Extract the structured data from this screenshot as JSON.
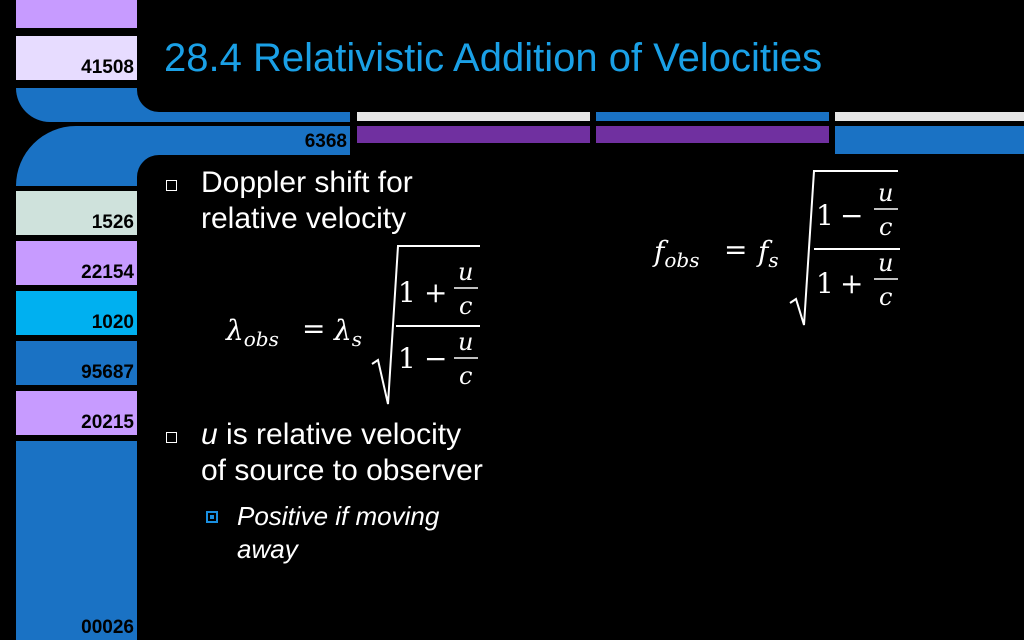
{
  "slide": {
    "title": "28.4 Relativistic Addition of Velocities"
  },
  "sidebar": {
    "codes": [
      "41508",
      "6368",
      "1526",
      "22154",
      "1020",
      "95687",
      "20215",
      "00026"
    ]
  },
  "colors": {
    "title": "#1aa0e6",
    "lavender_light": "#e7dcff",
    "lavender": "#c79bff",
    "blue": "#1a72c4",
    "teal_light": "#cfe2dc",
    "cyan": "#00b0f0",
    "purple": "#7030a0",
    "light_gray": "#e6e6e6"
  },
  "content": {
    "bullet1_line1": "Doppler shift for",
    "bullet1_line2": "relative velocity",
    "bullet2_var": "u",
    "bullet2_line1_rest": " is relative velocity",
    "bullet2_line2": "of source to observer",
    "sub_bullet_line1": "Positive if moving",
    "sub_bullet_line2": "away"
  },
  "equations": {
    "lambda": {
      "lhs_symbol": "λ",
      "lhs_sub": "obs",
      "rhs_symbol": "λ",
      "rhs_sub": "s",
      "num_one": "1",
      "num_op": "+",
      "den_one": "1",
      "den_op": "−",
      "u": "u",
      "c": "c",
      "eq": "="
    },
    "freq": {
      "lhs_symbol": "f",
      "lhs_sub": "obs",
      "rhs_symbol": "f",
      "rhs_sub": "s",
      "num_one": "1",
      "num_op": "−",
      "den_one": "1",
      "den_op": "+",
      "u": "u",
      "c": "c",
      "eq": "="
    }
  }
}
